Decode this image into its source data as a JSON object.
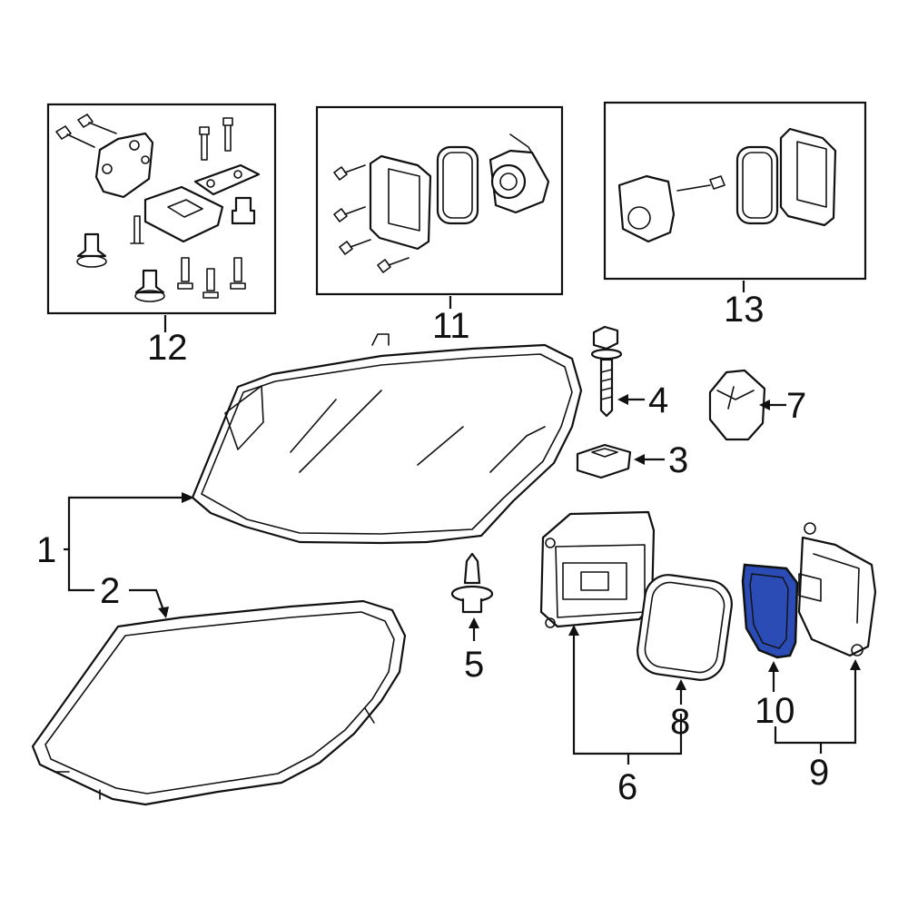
{
  "diagram": {
    "highlight_color": "#2b4bb5",
    "callouts": [
      {
        "id": "1",
        "label": "1"
      },
      {
        "id": "2",
        "label": "2"
      },
      {
        "id": "3",
        "label": "3"
      },
      {
        "id": "4",
        "label": "4"
      },
      {
        "id": "5",
        "label": "5"
      },
      {
        "id": "6",
        "label": "6"
      },
      {
        "id": "7",
        "label": "7"
      },
      {
        "id": "8",
        "label": "8"
      },
      {
        "id": "9",
        "label": "9"
      },
      {
        "id": "10",
        "label": "10"
      },
      {
        "id": "11",
        "label": "11"
      },
      {
        "id": "12",
        "label": "12"
      },
      {
        "id": "13",
        "label": "13"
      }
    ],
    "highlighted_part": "10"
  }
}
